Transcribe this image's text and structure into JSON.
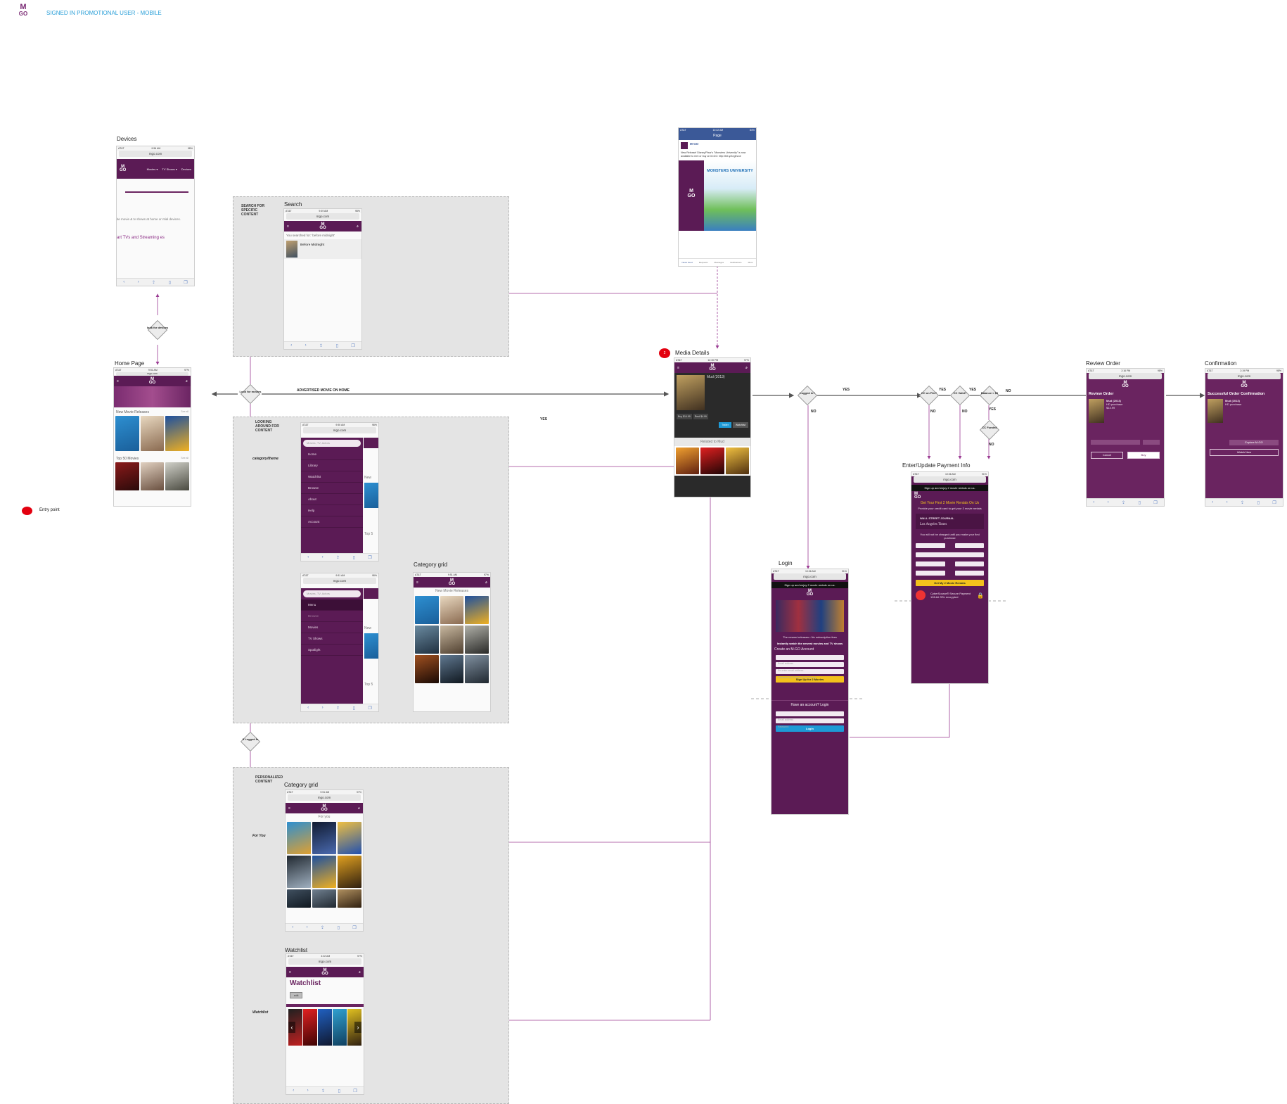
{
  "header": {
    "logo_top": "M",
    "logo_bottom": "GO",
    "title": "SIGNED IN  PROMOTIONAL USER - MOBILE"
  },
  "colors": {
    "brand_purple": "#5b1b55",
    "accent_cyan": "#2a9fd8",
    "flow_line": "#9b3b93",
    "entry_red": "#e3000f",
    "panel_gray": "#e4e4e4"
  },
  "legend": {
    "entry_point": "Entry point"
  },
  "sections": {
    "search": "SEARCH FOR SPECIFIC CONTENT",
    "looking": "LOOKING AROUND FOR CONTENT",
    "personalized": "PERSONALIZED CONTENT"
  },
  "screens": {
    "devices": {
      "title": "Devices",
      "url": "mgo.com",
      "nav": [
        "Movies ▾",
        "TV Shows ▾",
        "Devices"
      ],
      "body_text": "ite movie & tv shows at home or ntial devices.",
      "link_text": "art TVs and Streaming es"
    },
    "home": {
      "title": "Home Page",
      "url": "mgo.com",
      "row1": "New Movie Releases",
      "row2": "Top 50 Movies",
      "see_all": "See all"
    },
    "search": {
      "title": "Search",
      "url": "mgo.com",
      "query": "You searched for: 'before midnight'",
      "result": "Before Midnight"
    },
    "menu1": {
      "url": "mgo.com",
      "search_ph": "Movies, TV, Actors",
      "items": [
        "Home",
        "Library",
        "Watchlist",
        "Browse",
        "About",
        "Help",
        "Account"
      ],
      "side": [
        "New",
        "Top 5"
      ]
    },
    "menu2": {
      "url": "mgo.com",
      "search_ph": "Movies, TV, Actors",
      "items": [
        "Menu",
        "Browse",
        "Movies",
        "TV Shows",
        "Spotlight"
      ],
      "side": [
        "New",
        "Top 5"
      ]
    },
    "cat_grid": {
      "title": "Category grid",
      "heading": "New Movie Releases"
    },
    "facebook": {
      "page": "Page",
      "brand": "M-GO",
      "post": "New Release! Disney/Pixar's \"Monsters University\" is now available to rent or buy on M-GO: http://bit.ly/1ngEzoe",
      "movie": "MONSTERS UNIVERSITY",
      "tabs": [
        "News Feed",
        "Requests",
        "Messages",
        "Notifications",
        "More"
      ]
    },
    "media": {
      "title": "Media Details",
      "movie": "Mud (2013)",
      "related": "Related to Mud",
      "buy": "Buy $14.99",
      "rent": "Rent $4.99",
      "trailer": "Trailer",
      "watchlist": "Watchlist"
    },
    "login": {
      "title": "Login",
      "url": "mgo.com",
      "banner": "Sign up and enjoy 2 movie rentals on us.",
      "promo1": "The newest releases • No subscription fees",
      "promo2": "Instantly watch the newest movies and TV shows",
      "create": "Create an M-GO Account",
      "signup_btn": "Sign Up for 2 Movies",
      "have_account": "Have an account? Login",
      "login_btn": "Login",
      "fields": [
        "Email address",
        "Re-enter email address",
        "Password (6-20 letters & numbers)"
      ],
      "login_fields": [
        "Email address",
        "Password"
      ]
    },
    "payment": {
      "title": "Enter/Update Payment Info",
      "url": "mgo.com",
      "banner": "Sign up and enjoy 2 movie rentals on us.",
      "headline": "Get Your First 2 Movie Rentals On Us",
      "sub": "Provide your credit card to get your 2 movie rentals",
      "quote1": "WALL STREET JOURNAL",
      "quote2": "Los Angeles Times",
      "note": "You will not be charged until you make your first purchase",
      "btn": "Get My 2 Movie Rentals",
      "secure": "CyberSource® Secure Payment 128-bit SSL encrypted"
    },
    "review": {
      "title": "Review Order",
      "url": "mgo.com",
      "heading": "Review Order",
      "movie": "Mud (2013)",
      "format": "HD purchase",
      "price": "$14.99",
      "cancel": "Cancel",
      "buy": "Buy"
    },
    "confirm": {
      "title": "Confirmation",
      "url": "mgo.com",
      "heading": "Successful Order Confirmation",
      "movie": "Mud (2013)",
      "format": "HD purchase",
      "explore": "Explore M-GO",
      "watch": "Watch Now"
    },
    "cat_grid2": {
      "title": "Category grid",
      "url": "mgo.com",
      "heading": "For you"
    },
    "watchlist": {
      "title": "Watchlist",
      "url": "mgo.com",
      "heading": "Watchlist",
      "edit": "edit"
    }
  },
  "decisions": {
    "look_devices": "look for devices",
    "look_movies": "Look for movies",
    "logged_in": "Logged in?",
    "cc_on_file": "CC on File?",
    "cc_valid": "CC Valid?",
    "balance": "Balance > $0",
    "cc_funded": "CC Funded",
    "if_logged": "If Logged In"
  },
  "edges": {
    "advertised": "ADVERTISED MOVIE ON HOME",
    "category_theme": "category/theme",
    "for_you": "For You",
    "watchlist": "Watchlist",
    "yes": "YES",
    "no": "NO"
  },
  "step_badge": "2"
}
